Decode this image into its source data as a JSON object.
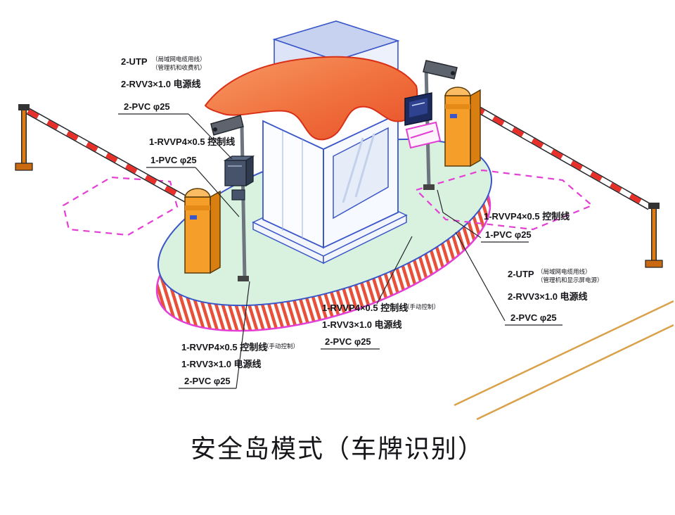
{
  "title": "安全岛模式（车牌识别）",
  "colors": {
    "outline_blue": "#3a56c8",
    "canopy_orange": "#f0703c",
    "island_green": "#d9f2df",
    "stripe_red": "#e8503a",
    "magenta": "#e43fd4",
    "barrier_orange": "#f59f2a",
    "guide_line_tan": "#d9a24a"
  },
  "annotations": {
    "top_left": {
      "utp": "2-UTP",
      "utp_note1": "（局域网电缆用线）",
      "utp_note2": "（管理机和收费机）",
      "power": "2-RVV3×1.0 电源线",
      "conduit": "2-PVC φ25"
    },
    "left_mid": {
      "control": "1-RVVP4×0.5 控制线",
      "conduit": "1-PVC φ25"
    },
    "left_bottom": {
      "control": "1-RVVP4×0.5 控制线",
      "control_note": "（手动控制）",
      "power": "1-RVV3×1.0 电源线",
      "conduit": "2-PVC φ25"
    },
    "center_bottom": {
      "control": "1-RVVP4×0.5 控制线",
      "control_note": "（手动控制）",
      "power": "1-RVV3×1.0 电源线",
      "conduit": "2-PVC φ25"
    },
    "right_mid": {
      "control": "1-RVVP4×0.5 控制线",
      "conduit": "1-PVC φ25"
    },
    "right_lower": {
      "utp": "2-UTP",
      "utp_note1": "（局域网电缆用线）",
      "utp_note2": "（管理机和显示屏电源）",
      "power": "2-RVV3×1.0 电源线",
      "conduit": "2-PVC φ25"
    }
  }
}
